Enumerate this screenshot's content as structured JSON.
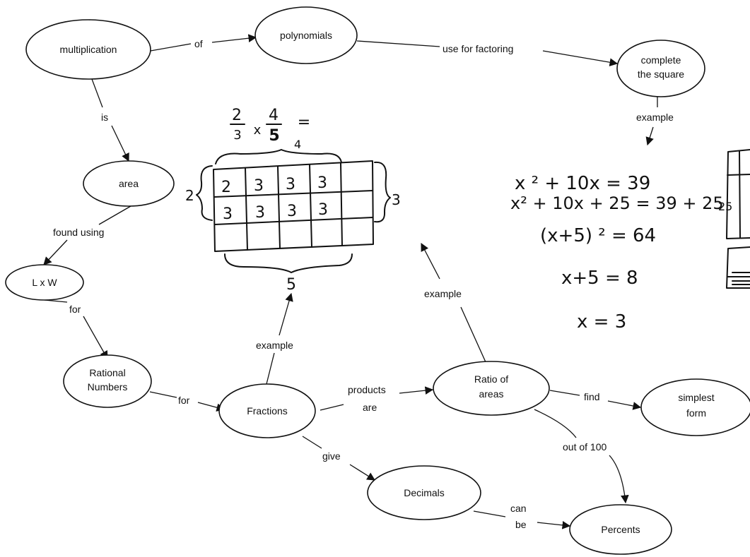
{
  "nodes": {
    "multiplication": "multiplication",
    "polynomials": "polynomials",
    "complete_square_1": "complete",
    "complete_square_2": "the square",
    "area": "area",
    "lxw": "L x W",
    "rational_1": "Rational",
    "rational_2": "Numbers",
    "fractions": "Fractions",
    "ratio_1": "Ratio of",
    "ratio_2": "areas",
    "simplest_1": "simplest",
    "simplest_2": "form",
    "decimals": "Decimals",
    "percents": "Percents"
  },
  "edges": {
    "of": "of",
    "use_for_factoring": "use for factoring",
    "example_square": "example",
    "is": "is",
    "found_using": "found using",
    "for_rational": "for",
    "for_fractions": "for",
    "example_fractions": "example",
    "products_1": "products",
    "products_2": "are",
    "example_ratio": "example",
    "find": "find",
    "out_of_100": "out of 100",
    "give": "give",
    "can_1": "can",
    "can_2": "be"
  },
  "handwritten": {
    "frac_a_num": "2",
    "frac_a_den": "3",
    "times": "x",
    "frac_b_num": "4",
    "frac_b_den": "5",
    "equals": "=",
    "grid_top": "4",
    "grid_left": "2",
    "grid_right": "3",
    "grid_bottom": "5",
    "cell_marks": [
      "2",
      "3",
      "3",
      "3",
      "3",
      "3",
      "3",
      "3"
    ],
    "eq1": "x ² + 10x = 39",
    "eq2": "x² + 10x + 25 = 39 + 25",
    "eq3": "(x+5) ² = 64",
    "eq4": "x+5 = 8",
    "eq5": "x = 3",
    "partial_label": "25"
  }
}
